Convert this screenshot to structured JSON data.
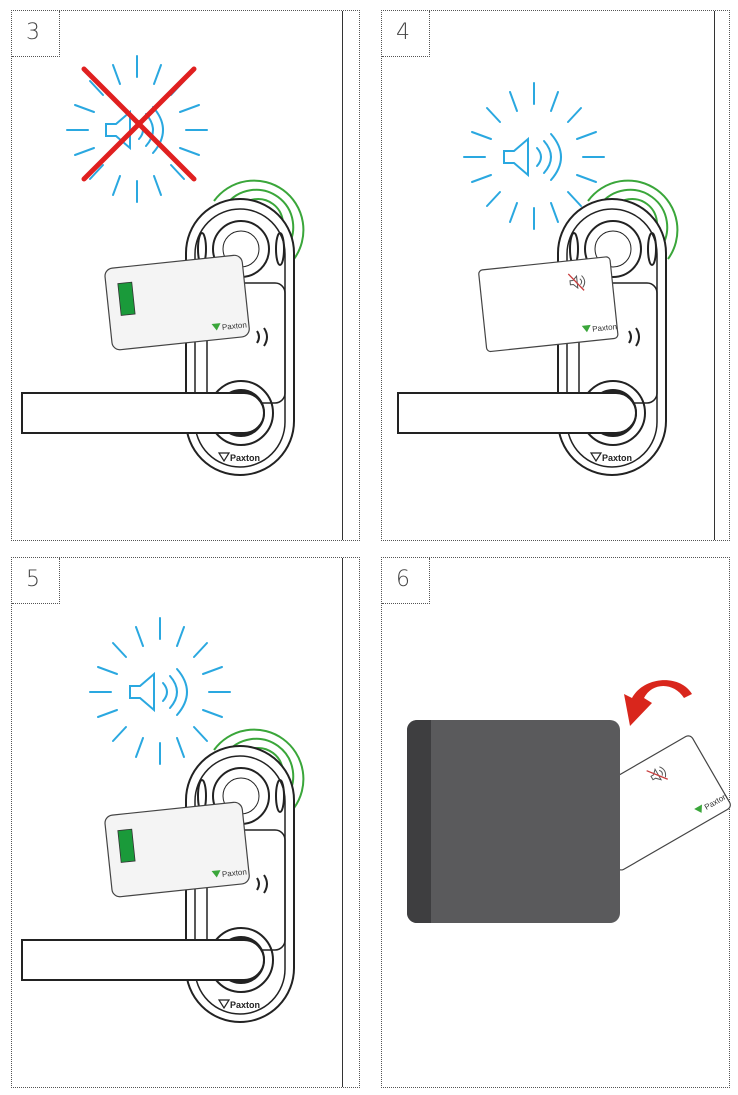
{
  "panels": [
    {
      "step": "3",
      "card_brand": "Paxton",
      "lock_brand": "Paxton"
    },
    {
      "step": "4",
      "card_brand": "Paxton",
      "lock_brand": "Paxton"
    },
    {
      "step": "5",
      "card_brand": "Paxton",
      "lock_brand": "Paxton"
    },
    {
      "step": "6",
      "card_brand": "Paxton"
    }
  ],
  "colors": {
    "sound_wave": "#2aa8e0",
    "cross": "#e02020",
    "rf_rings": "#3aa63a",
    "card_indicator": "#1a9a3a",
    "paxton_triangle": "#3aa63a",
    "door_panel": "#5a5a5c",
    "return_arrow": "#d9261c"
  },
  "icons": [
    "speaker-icon",
    "muted-speaker-icon",
    "rf-signal-icon",
    "curved-arrow-icon"
  ]
}
